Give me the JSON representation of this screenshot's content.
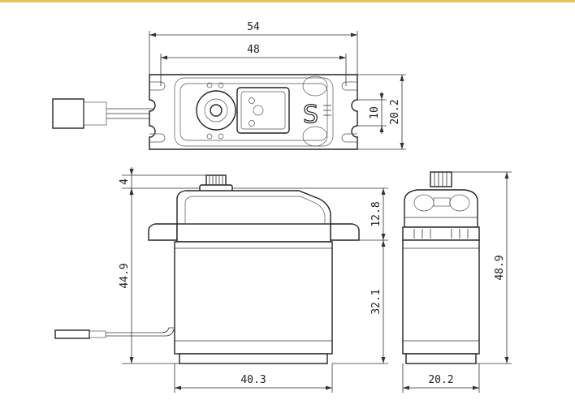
{
  "colors": {
    "line": "#222222",
    "top_strip": "#e8c060",
    "background": "#ffffff"
  },
  "dimensions": {
    "overall_width": "54",
    "mount_hole_spacing": "48",
    "top_depth": "20.2",
    "slot_width": "10",
    "horn_height": "4",
    "flange_to_top": "12.8",
    "height_without_horn": "44.9",
    "body_below_flange": "32.1",
    "total_height": "48.9",
    "body_length": "40.3",
    "side_width": "20.2"
  },
  "logo": {
    "mark": "S"
  }
}
